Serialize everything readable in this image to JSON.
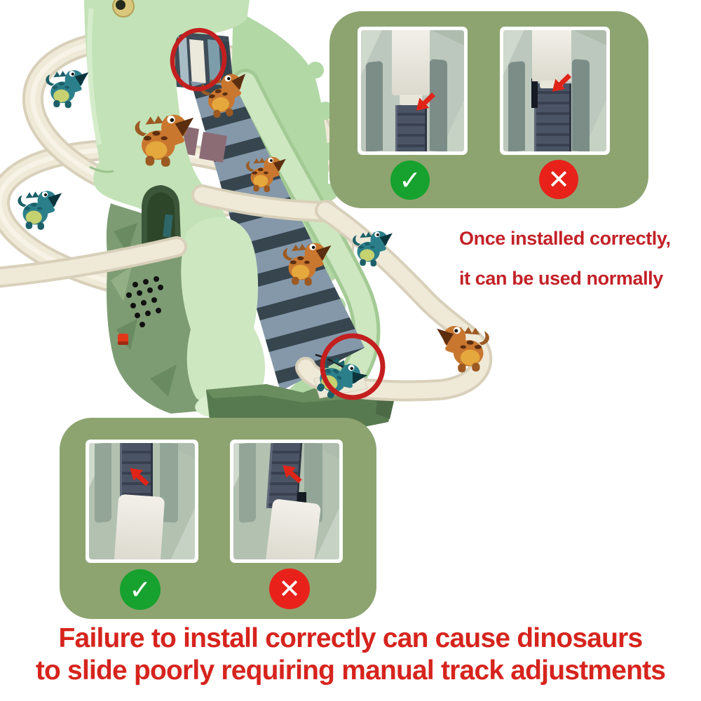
{
  "note": {
    "line1": "Once installed correctly,",
    "line2": "it can be used normally"
  },
  "warning": {
    "line1": "Failure to install correctly can cause dinosaurs",
    "line2": "to slide poorly requiring manual track adjustments"
  },
  "icons": {
    "check": "✓",
    "cross": "✕"
  },
  "figures": {
    "teal_count": 4,
    "orange_count": 5
  },
  "colors": {
    "panel": "#8da470",
    "check_green": "#17a12e",
    "cross_red": "#e8221a",
    "note_red": "#c32127",
    "warning_red": "#d6241d",
    "annotation_red": "#c41f1f",
    "arrow_red": "#e02417",
    "track": "#efe9d8",
    "track_edge": "#d8d0ba",
    "toy_green": "#c3e2b7",
    "wall_green": "#b2d8a6",
    "slide_green": "#cde7c1",
    "slide_edge": "#a3ca94",
    "rock_green": "#7d9c73",
    "rock_dark": "#6a8a61",
    "rock_light": "#93af85",
    "base_green": "#587a50",
    "arch_green": "#3b5639",
    "step_blue": "#8498aa",
    "step_dark": "#37454f",
    "mauve": "#8b6c74",
    "teal": "#2b7f8a",
    "teal_dark": "#1c5f68",
    "teal_belly": "#c6d16f",
    "teal_mouth": "#0c343c",
    "orange": "#c9772f",
    "orange_dark": "#9c5a22",
    "orange_belly": "#e5a83d",
    "orange_mouth": "#5c2e10"
  }
}
